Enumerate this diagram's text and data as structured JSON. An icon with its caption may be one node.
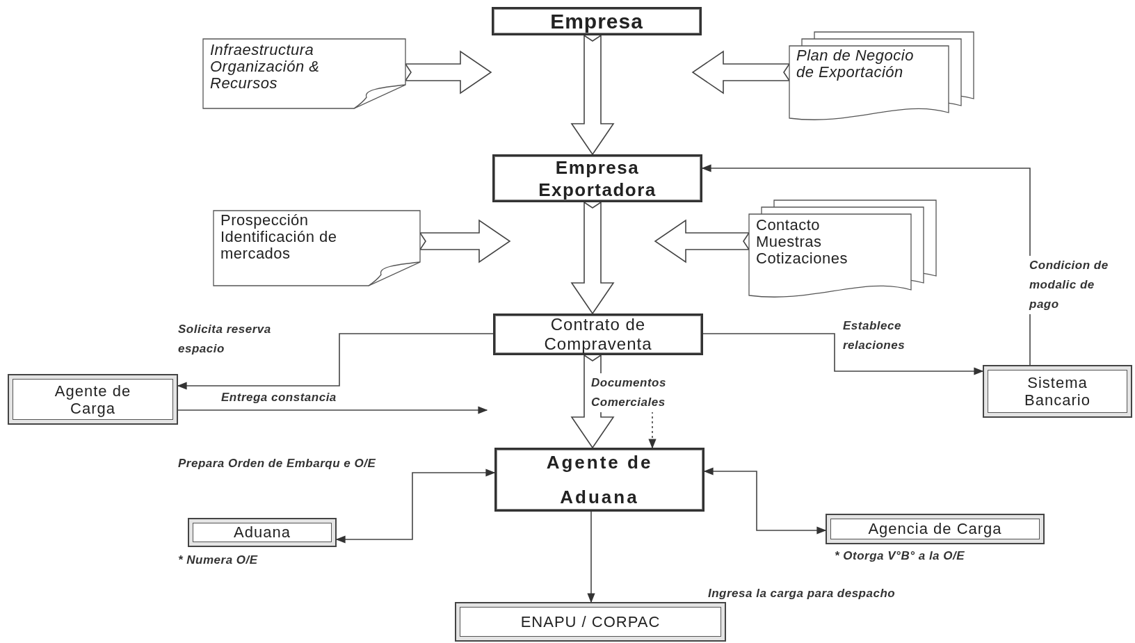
{
  "diagram": {
    "nodes": [
      {
        "text": [
          "Empresa"
        ]
      },
      {
        "text": [
          "Infraestructura Organización & Recursos"
        ]
      },
      {
        "text": [
          "Plan de Negocio de Exportación"
        ]
      },
      {
        "text": [
          "Empresa Exportadora"
        ]
      },
      {
        "text": [
          "Prospección Identificación de mercados"
        ]
      },
      {
        "text": [
          "Contacto Muestras Cotizaciones"
        ]
      },
      {
        "text": [
          "Contrato de Compraventa"
        ]
      },
      {
        "text": [
          "Agente de Carga"
        ]
      },
      {
        "text": [
          "Sistema Bancario"
        ]
      },
      {
        "text": [
          "Agente de Aduana"
        ]
      },
      {
        "text": [
          "Aduana"
        ],
        "beside": [
          "* Numera O/E"
        ]
      },
      {
        "text": [
          "Agencia de Carga"
        ],
        "beside": [
          "* Otorga V°B° a la O/E"
        ]
      },
      {
        "text": [
          "ENAPU / CORPAC"
        ]
      }
    ],
    "edges": [
      {
        "from": 1,
        "to": null,
        "arrow": "to",
        "style": "thick"
      },
      {
        "from": 0,
        "to": 3,
        "arrow": "to",
        "style": "thick"
      },
      {
        "from": 2,
        "to": null,
        "arrow": "to",
        "style": "thick"
      },
      {
        "from": 4,
        "to": null,
        "arrow": "to",
        "style": "thick"
      },
      {
        "from": 5,
        "to": null,
        "arrow": "to",
        "style": "thick"
      },
      {
        "from": 3,
        "to": 6,
        "arrow": "to",
        "style": "thick"
      },
      {
        "from": 6,
        "to": 9,
        "arrow": "to",
        "style": "thick"
      },
      {
        "from": 8,
        "to": 3,
        "arrow": "to",
        "label": "Condicion de modalic de pago"
      },
      {
        "from": 6,
        "to": 7,
        "arrow": "to",
        "label": "Solicita reserva espacio"
      },
      {
        "from": 6,
        "to": 8,
        "arrow": "to",
        "label": "Establece relaciones"
      },
      {
        "from": 7,
        "to": null,
        "arrow": "to",
        "label": "Entrega constancia"
      },
      {
        "from": null,
        "to": 9,
        "arrow": "to",
        "style": "dashed",
        "label": "Documentos Comerciales"
      },
      {
        "from": 10,
        "to": 9,
        "arrow": "both",
        "label": "Prepara Orden de Embarqu e O/E"
      },
      {
        "from": 9,
        "to": 11,
        "arrow": "both"
      },
      {
        "from": 9,
        "to": 12,
        "arrow": "to"
      }
    ],
    "labels": [
      "Ingresa la carga para despacho"
    ]
  }
}
